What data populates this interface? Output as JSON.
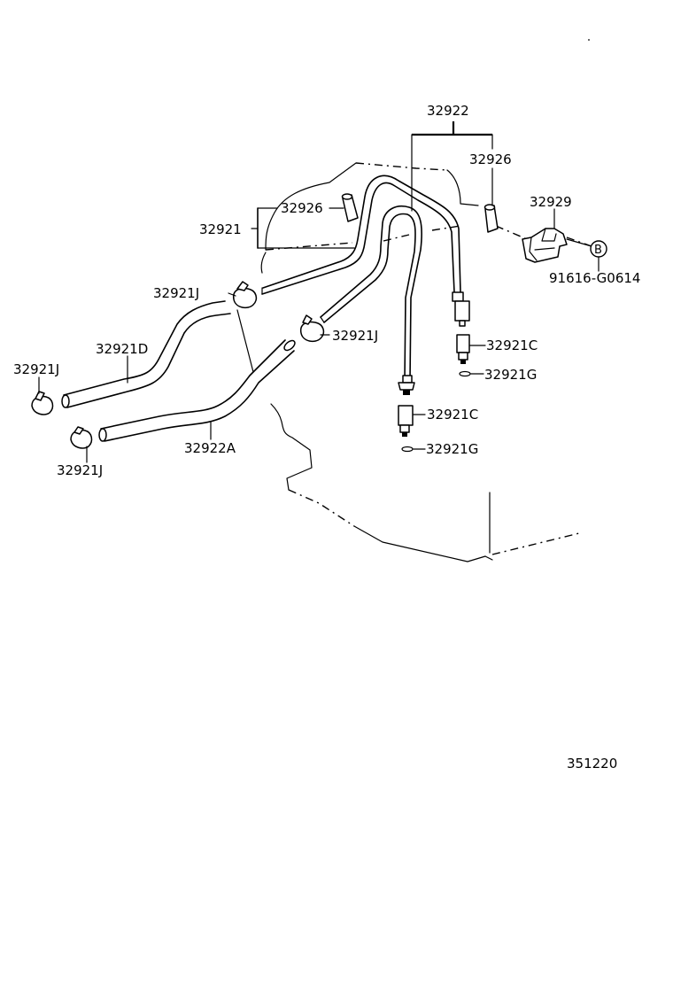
{
  "labels": {
    "l32922": "32922",
    "l32926_top": "32926",
    "l32926_left": "32926",
    "l32921": "32921",
    "l32929": "32929",
    "circleB": "B",
    "l91616": "91616-G0614",
    "l32921J_a": "32921J",
    "l32921J_b": "32921J",
    "l32921J_c": "32921J",
    "l32921J_d": "32921J",
    "l32921D": "32921D",
    "l32921C_a": "32921C",
    "l32921G_a": "32921G",
    "l32921C_b": "32921C",
    "l32921G_b": "32921G",
    "l32922A": "32922A",
    "figure_number": "351220"
  }
}
